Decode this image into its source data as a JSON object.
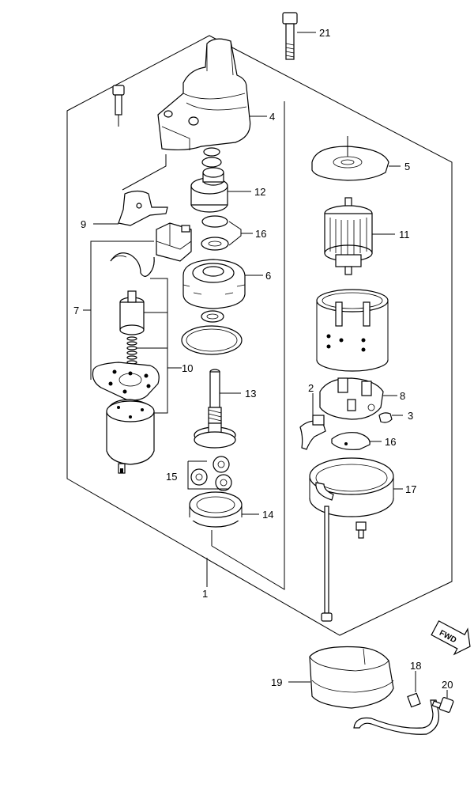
{
  "callouts": [
    {
      "id": "c1",
      "label": "1"
    },
    {
      "id": "c2",
      "label": "2"
    },
    {
      "id": "c3",
      "label": "3"
    },
    {
      "id": "c4",
      "label": "4"
    },
    {
      "id": "c5",
      "label": "5"
    },
    {
      "id": "c6",
      "label": "6"
    },
    {
      "id": "c7",
      "label": "7"
    },
    {
      "id": "c8",
      "label": "8"
    },
    {
      "id": "c9",
      "label": "9"
    },
    {
      "id": "c10",
      "label": "10"
    },
    {
      "id": "c11",
      "label": "11"
    },
    {
      "id": "c12",
      "label": "12"
    },
    {
      "id": "c13",
      "label": "13"
    },
    {
      "id": "c14",
      "label": "14"
    },
    {
      "id": "c15",
      "label": "15"
    },
    {
      "id": "c16a",
      "label": "16"
    },
    {
      "id": "c16b",
      "label": "16"
    },
    {
      "id": "c17",
      "label": "17"
    },
    {
      "id": "c18",
      "label": "18"
    },
    {
      "id": "c19",
      "label": "19"
    },
    {
      "id": "c20",
      "label": "20"
    },
    {
      "id": "c21",
      "label": "21"
    }
  ],
  "fwd_label": "FWD",
  "colors": {
    "ink": "#000000",
    "paper": "#ffffff"
  }
}
